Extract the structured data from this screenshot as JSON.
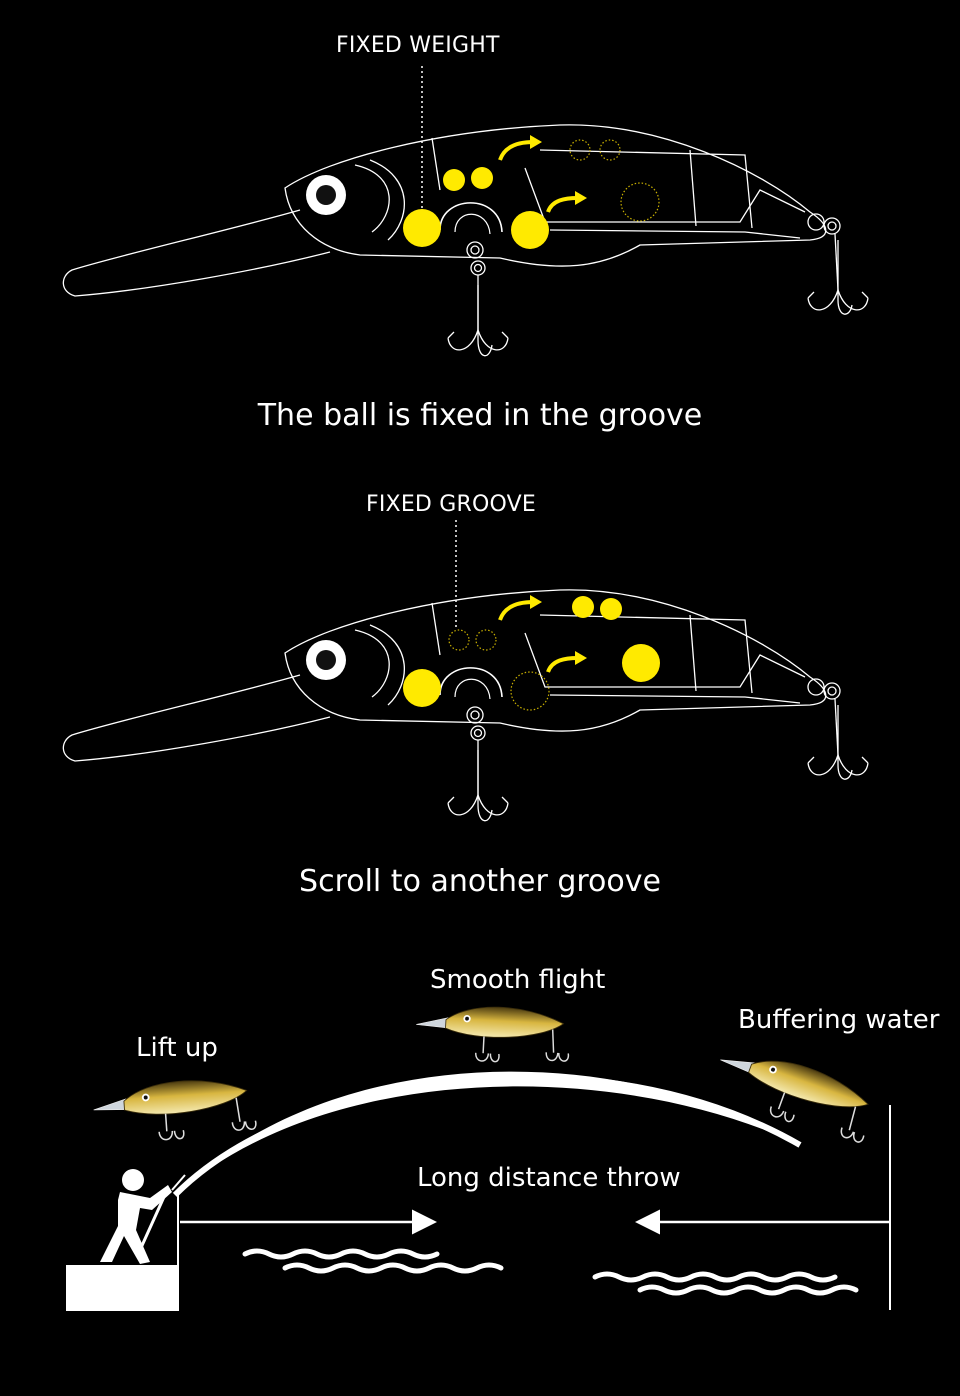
{
  "diagram_top": {
    "callout": "FIXED WEIGHT",
    "caption": "The ball is fixed in the groove"
  },
  "diagram_middle": {
    "callout": "FIXED GROOVE",
    "caption": "Scroll to another groove"
  },
  "cast_diagram": {
    "stage_lift": "Lift up",
    "stage_flight": "Smooth flight",
    "stage_buffer": "Buffering water",
    "distance": "Long distance throw"
  },
  "colors": {
    "background": "#000000",
    "outline": "#ffffff",
    "weight_ball": "#ffea00",
    "lure_gold": "#c9a227"
  }
}
